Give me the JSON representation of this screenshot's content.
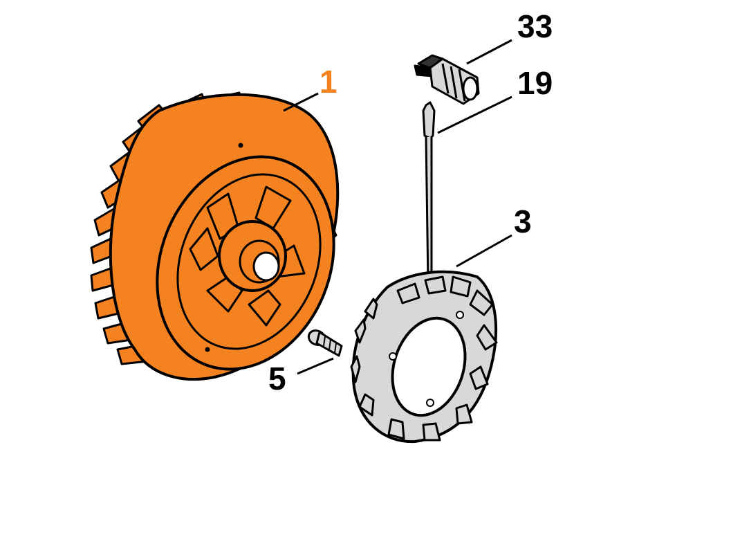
{
  "callouts": [
    {
      "id": "part-1",
      "label": "1",
      "highlighted": true
    },
    {
      "id": "part-33",
      "label": "33",
      "highlighted": false
    },
    {
      "id": "part-19",
      "label": "19",
      "highlighted": false
    },
    {
      "id": "part-3",
      "label": "3",
      "highlighted": false
    },
    {
      "id": "part-5",
      "label": "5",
      "highlighted": false
    }
  ],
  "colors": {
    "highlight": "#f58220",
    "line": "#000000",
    "callout_default": "#000000",
    "background": "#ffffff",
    "part_gray": "#d8d8d8"
  }
}
